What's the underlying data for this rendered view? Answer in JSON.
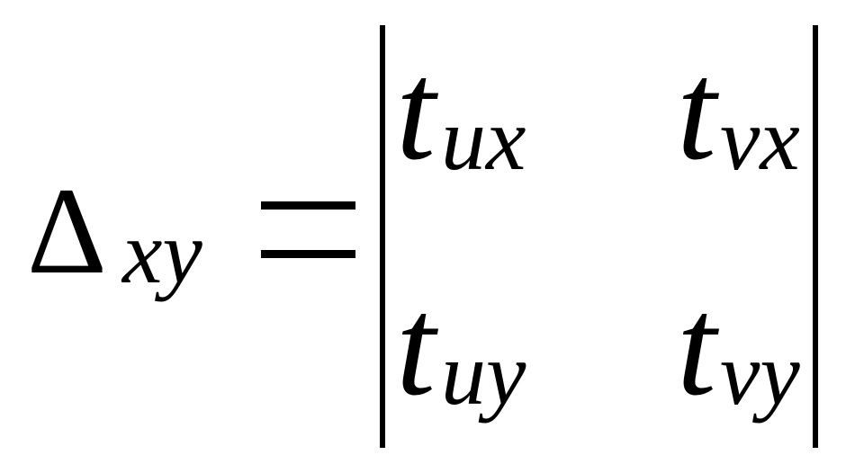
{
  "formula": {
    "lhs": {
      "symbol": "Δ",
      "subscript": "xy"
    },
    "equals": "=",
    "determinant": [
      [
        {
          "base": "t",
          "subscript": "ux"
        },
        {
          "base": "t",
          "subscript": "vx"
        }
      ],
      [
        {
          "base": "t",
          "subscript": "uy"
        },
        {
          "base": "t",
          "subscript": "vy"
        }
      ]
    ]
  }
}
